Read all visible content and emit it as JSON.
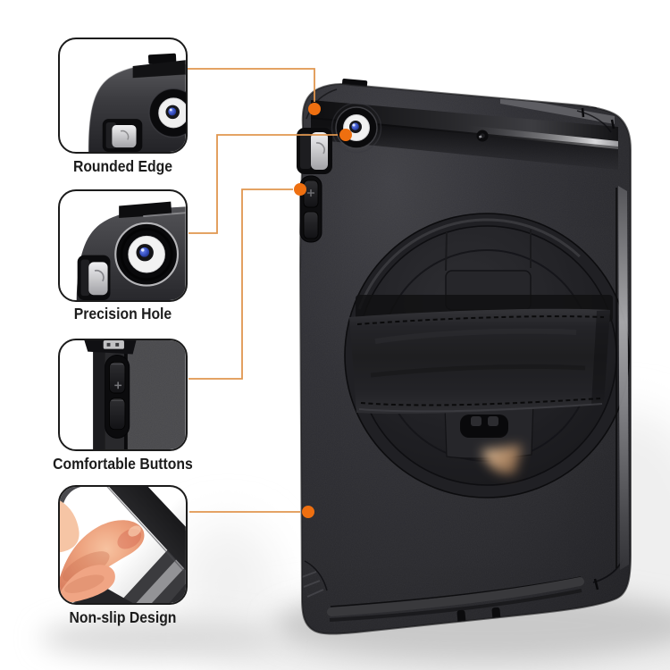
{
  "product": {
    "description": "rugged-tablet-case-back-with-rotating-hand-strap-and-kickstand"
  },
  "callouts": [
    {
      "id": "rounded-edge",
      "label": "Rounded Edge",
      "thumbnail": "case-corner-camera-closeup"
    },
    {
      "id": "precision-hole",
      "label": "Precision Hole",
      "thumbnail": "camera-hole-closeup"
    },
    {
      "id": "comfortable-buttons",
      "label": "Comfortable Buttons",
      "thumbnail": "side-volume-buttons-closeup"
    },
    {
      "id": "non-slip-design",
      "label": "Non-slip Design",
      "thumbnail": "finger-grip-closeup"
    }
  ],
  "colors": {
    "background": "#ffffff",
    "accent_line": "#e0964f",
    "accent_dot": "#ee6f10",
    "label_text": "#1c1c1c",
    "tile_border": "#1b1b1b",
    "case_black": "#2a2a2e",
    "lens_blue": "#3b55c8",
    "strap_black": "#1e1e20",
    "shadow_gray": "#c9c9c9"
  }
}
